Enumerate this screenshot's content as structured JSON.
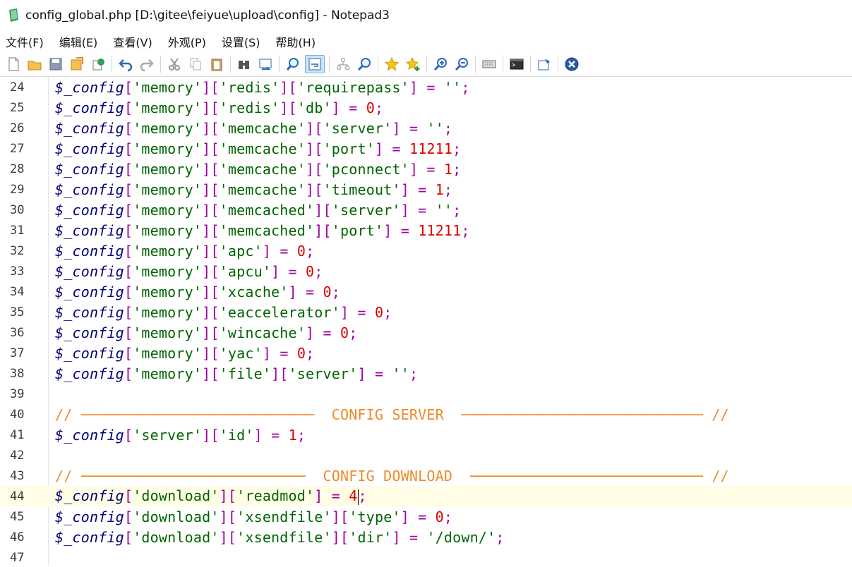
{
  "window": {
    "title": "config_global.php [D:\\gitee\\feiyue\\upload\\config] - Notepad3"
  },
  "menu": [
    "文件(F)",
    "编辑(E)",
    "查看(V)",
    "外观(P)",
    "设置(S)",
    "帮助(H)"
  ],
  "toolbar": {
    "groups": [
      [
        "new-file-icon",
        "open-folder-icon",
        "save-icon",
        "save-as-icon",
        "save-copy-icon"
      ],
      [
        "undo-icon",
        "redo-icon"
      ],
      [
        "cut-icon",
        "copy-icon",
        "paste-icon"
      ],
      [
        "find-icon",
        "replace-icon"
      ],
      [
        "find-next-icon",
        "word-wrap-icon"
      ],
      [
        "goto-icon",
        "search-icon"
      ],
      [
        "favorite-icon",
        "add-favorite-icon"
      ],
      [
        "zoom-in-icon",
        "zoom-out-icon"
      ],
      [
        "keyboard-icon"
      ],
      [
        "terminal-icon"
      ],
      [
        "pin-icon"
      ],
      [
        "close-icon"
      ]
    ],
    "active": "word-wrap-icon"
  },
  "colors": {
    "variable": "#000078",
    "bracket": "#a000a0",
    "string": "#006400",
    "number": "#dc0000",
    "comment": "#ee8a2a",
    "current_line": "#fffde6"
  },
  "current_line": 44,
  "lines": [
    {
      "n": "24",
      "t": [
        [
          "var",
          "$_config"
        ],
        [
          "br",
          "["
        ],
        [
          "str",
          "'memory'"
        ],
        [
          "br",
          "]["
        ],
        [
          "str",
          "'redis'"
        ],
        [
          "br",
          "]["
        ],
        [
          "str",
          "'requirepass'"
        ],
        [
          "br",
          "]"
        ],
        [
          "op",
          " = "
        ],
        [
          "str",
          "''"
        ],
        [
          "op",
          ";"
        ]
      ]
    },
    {
      "n": "25",
      "t": [
        [
          "var",
          "$_config"
        ],
        [
          "br",
          "["
        ],
        [
          "str",
          "'memory'"
        ],
        [
          "br",
          "]["
        ],
        [
          "str",
          "'redis'"
        ],
        [
          "br",
          "]["
        ],
        [
          "str",
          "'db'"
        ],
        [
          "br",
          "]"
        ],
        [
          "op",
          " = "
        ],
        [
          "num",
          "0"
        ],
        [
          "op",
          ";"
        ]
      ]
    },
    {
      "n": "26",
      "t": [
        [
          "var",
          "$_config"
        ],
        [
          "br",
          "["
        ],
        [
          "str",
          "'memory'"
        ],
        [
          "br",
          "]["
        ],
        [
          "str",
          "'memcache'"
        ],
        [
          "br",
          "]["
        ],
        [
          "str",
          "'server'"
        ],
        [
          "br",
          "]"
        ],
        [
          "op",
          " = "
        ],
        [
          "str",
          "''"
        ],
        [
          "op",
          ";"
        ]
      ]
    },
    {
      "n": "27",
      "t": [
        [
          "var",
          "$_config"
        ],
        [
          "br",
          "["
        ],
        [
          "str",
          "'memory'"
        ],
        [
          "br",
          "]["
        ],
        [
          "str",
          "'memcache'"
        ],
        [
          "br",
          "]["
        ],
        [
          "str",
          "'port'"
        ],
        [
          "br",
          "]"
        ],
        [
          "op",
          " = "
        ],
        [
          "num",
          "11211"
        ],
        [
          "op",
          ";"
        ]
      ]
    },
    {
      "n": "28",
      "t": [
        [
          "var",
          "$_config"
        ],
        [
          "br",
          "["
        ],
        [
          "str",
          "'memory'"
        ],
        [
          "br",
          "]["
        ],
        [
          "str",
          "'memcache'"
        ],
        [
          "br",
          "]["
        ],
        [
          "str",
          "'pconnect'"
        ],
        [
          "br",
          "]"
        ],
        [
          "op",
          " = "
        ],
        [
          "num",
          "1"
        ],
        [
          "op",
          ";"
        ]
      ]
    },
    {
      "n": "29",
      "t": [
        [
          "var",
          "$_config"
        ],
        [
          "br",
          "["
        ],
        [
          "str",
          "'memory'"
        ],
        [
          "br",
          "]["
        ],
        [
          "str",
          "'memcache'"
        ],
        [
          "br",
          "]["
        ],
        [
          "str",
          "'timeout'"
        ],
        [
          "br",
          "]"
        ],
        [
          "op",
          " = "
        ],
        [
          "num",
          "1"
        ],
        [
          "op",
          ";"
        ]
      ]
    },
    {
      "n": "30",
      "t": [
        [
          "var",
          "$_config"
        ],
        [
          "br",
          "["
        ],
        [
          "str",
          "'memory'"
        ],
        [
          "br",
          "]["
        ],
        [
          "str",
          "'memcached'"
        ],
        [
          "br",
          "]["
        ],
        [
          "str",
          "'server'"
        ],
        [
          "br",
          "]"
        ],
        [
          "op",
          " = "
        ],
        [
          "str",
          "''"
        ],
        [
          "op",
          ";"
        ]
      ]
    },
    {
      "n": "31",
      "t": [
        [
          "var",
          "$_config"
        ],
        [
          "br",
          "["
        ],
        [
          "str",
          "'memory'"
        ],
        [
          "br",
          "]["
        ],
        [
          "str",
          "'memcached'"
        ],
        [
          "br",
          "]["
        ],
        [
          "str",
          "'port'"
        ],
        [
          "br",
          "]"
        ],
        [
          "op",
          " = "
        ],
        [
          "num",
          "11211"
        ],
        [
          "op",
          ";"
        ]
      ]
    },
    {
      "n": "32",
      "t": [
        [
          "var",
          "$_config"
        ],
        [
          "br",
          "["
        ],
        [
          "str",
          "'memory'"
        ],
        [
          "br",
          "]["
        ],
        [
          "str",
          "'apc'"
        ],
        [
          "br",
          "]"
        ],
        [
          "op",
          " = "
        ],
        [
          "num",
          "0"
        ],
        [
          "op",
          ";"
        ]
      ]
    },
    {
      "n": "33",
      "t": [
        [
          "var",
          "$_config"
        ],
        [
          "br",
          "["
        ],
        [
          "str",
          "'memory'"
        ],
        [
          "br",
          "]["
        ],
        [
          "str",
          "'apcu'"
        ],
        [
          "br",
          "]"
        ],
        [
          "op",
          " = "
        ],
        [
          "num",
          "0"
        ],
        [
          "op",
          ";"
        ]
      ]
    },
    {
      "n": "34",
      "t": [
        [
          "var",
          "$_config"
        ],
        [
          "br",
          "["
        ],
        [
          "str",
          "'memory'"
        ],
        [
          "br",
          "]["
        ],
        [
          "str",
          "'xcache'"
        ],
        [
          "br",
          "]"
        ],
        [
          "op",
          " = "
        ],
        [
          "num",
          "0"
        ],
        [
          "op",
          ";"
        ]
      ]
    },
    {
      "n": "35",
      "t": [
        [
          "var",
          "$_config"
        ],
        [
          "br",
          "["
        ],
        [
          "str",
          "'memory'"
        ],
        [
          "br",
          "]["
        ],
        [
          "str",
          "'eaccelerator'"
        ],
        [
          "br",
          "]"
        ],
        [
          "op",
          " = "
        ],
        [
          "num",
          "0"
        ],
        [
          "op",
          ";"
        ]
      ]
    },
    {
      "n": "36",
      "t": [
        [
          "var",
          "$_config"
        ],
        [
          "br",
          "["
        ],
        [
          "str",
          "'memory'"
        ],
        [
          "br",
          "]["
        ],
        [
          "str",
          "'wincache'"
        ],
        [
          "br",
          "]"
        ],
        [
          "op",
          " = "
        ],
        [
          "num",
          "0"
        ],
        [
          "op",
          ";"
        ]
      ]
    },
    {
      "n": "37",
      "t": [
        [
          "var",
          "$_config"
        ],
        [
          "br",
          "["
        ],
        [
          "str",
          "'memory'"
        ],
        [
          "br",
          "]["
        ],
        [
          "str",
          "'yac'"
        ],
        [
          "br",
          "]"
        ],
        [
          "op",
          " = "
        ],
        [
          "num",
          "0"
        ],
        [
          "op",
          ";"
        ]
      ]
    },
    {
      "n": "38",
      "t": [
        [
          "var",
          "$_config"
        ],
        [
          "br",
          "["
        ],
        [
          "str",
          "'memory'"
        ],
        [
          "br",
          "]["
        ],
        [
          "str",
          "'file'"
        ],
        [
          "br",
          "]["
        ],
        [
          "str",
          "'server'"
        ],
        [
          "br",
          "]"
        ],
        [
          "op",
          " = "
        ],
        [
          "str",
          "''"
        ],
        [
          "op",
          ";"
        ]
      ]
    },
    {
      "n": "39",
      "t": []
    },
    {
      "n": "40",
      "t": [
        [
          "cm",
          "// ───────────────────────────  CONFIG SERVER  ──────────────────────────── //"
        ]
      ]
    },
    {
      "n": "41",
      "t": [
        [
          "var",
          "$_config"
        ],
        [
          "br",
          "["
        ],
        [
          "str",
          "'server'"
        ],
        [
          "br",
          "]["
        ],
        [
          "str",
          "'id'"
        ],
        [
          "br",
          "]"
        ],
        [
          "op",
          " = "
        ],
        [
          "num",
          "1"
        ],
        [
          "op",
          ";"
        ]
      ]
    },
    {
      "n": "42",
      "t": []
    },
    {
      "n": "43",
      "t": [
        [
          "cm",
          "// ──────────────────────────  CONFIG DOWNLOAD  ─────────────────────────── //"
        ]
      ]
    },
    {
      "n": "44",
      "t": [
        [
          "var",
          "$_config"
        ],
        [
          "br",
          "["
        ],
        [
          "str",
          "'download'"
        ],
        [
          "br",
          "]["
        ],
        [
          "str",
          "'readmod'"
        ],
        [
          "br",
          "]"
        ],
        [
          "op",
          " = "
        ],
        [
          "num",
          "4"
        ],
        [
          "caret",
          ""
        ],
        [
          "op",
          ";"
        ]
      ]
    },
    {
      "n": "45",
      "t": [
        [
          "var",
          "$_config"
        ],
        [
          "br",
          "["
        ],
        [
          "str",
          "'download'"
        ],
        [
          "br",
          "]["
        ],
        [
          "str",
          "'xsendfile'"
        ],
        [
          "br",
          "]["
        ],
        [
          "str",
          "'type'"
        ],
        [
          "br",
          "]"
        ],
        [
          "op",
          " = "
        ],
        [
          "num",
          "0"
        ],
        [
          "op",
          ";"
        ]
      ]
    },
    {
      "n": "46",
      "t": [
        [
          "var",
          "$_config"
        ],
        [
          "br",
          "["
        ],
        [
          "str",
          "'download'"
        ],
        [
          "br",
          "]["
        ],
        [
          "str",
          "'xsendfile'"
        ],
        [
          "br",
          "]["
        ],
        [
          "str",
          "'dir'"
        ],
        [
          "br",
          "]"
        ],
        [
          "op",
          " = "
        ],
        [
          "str",
          "'/down/'"
        ],
        [
          "op",
          ";"
        ]
      ]
    },
    {
      "n": "47",
      "t": []
    }
  ]
}
